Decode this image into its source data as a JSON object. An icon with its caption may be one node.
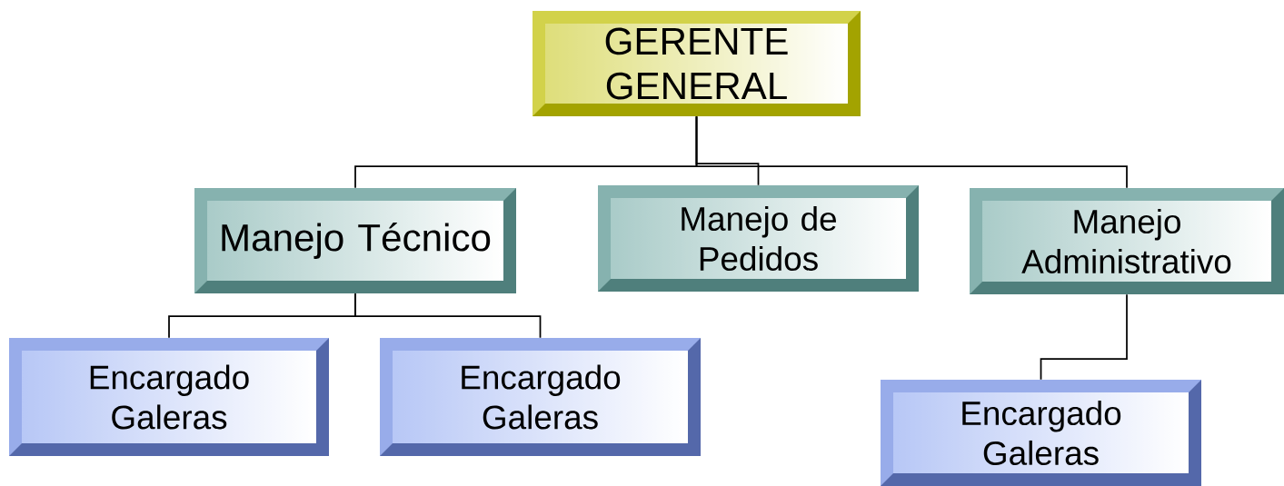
{
  "diagram": {
    "nodes": [
      {
        "text": [
          "GERENTE GENERAL"
        ]
      },
      {
        "text": [
          "Manejo Técnico"
        ]
      },
      {
        "text": [
          "Manejo de Pedidos"
        ]
      },
      {
        "text": [
          "Manejo Administrativo"
        ]
      },
      {
        "text": [
          "Encargado Galeras"
        ]
      },
      {
        "text": [
          "Encargado Galeras"
        ]
      },
      {
        "text": [
          "Encargado Galeras"
        ]
      }
    ],
    "edges": [
      {
        "from": 0,
        "to": 1,
        "arrow": "none"
      },
      {
        "from": 0,
        "to": 2,
        "arrow": "none"
      },
      {
        "from": 0,
        "to": 3,
        "arrow": "none"
      },
      {
        "from": 1,
        "to": 4,
        "arrow": "none"
      },
      {
        "from": 1,
        "to": 5,
        "arrow": "none"
      },
      {
        "from": 3,
        "to": 6,
        "arrow": "none"
      }
    ]
  }
}
